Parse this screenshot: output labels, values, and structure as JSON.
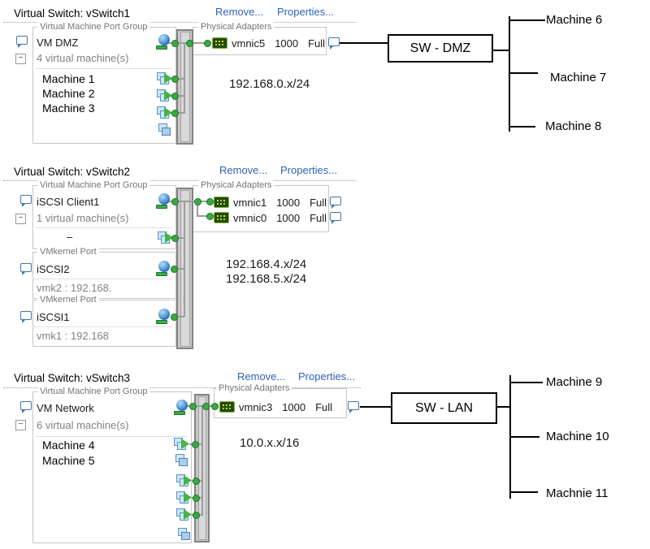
{
  "links": {
    "remove": "Remove...",
    "properties": "Properties..."
  },
  "box_labels": {
    "vm_port_group": "Virtual Machine Port Group",
    "vmkernel_port": "VMkernel Port",
    "physical_adapters": "Physical Adapters"
  },
  "icons": {
    "collapse_minus": "−"
  },
  "colors": {
    "link_blue": "#2e64b4",
    "connection_green": "#3aaa43",
    "switch_bar_gray": "#c8c8c8",
    "line_gray": "#9c9c9c",
    "diagram_black": "#000000"
  },
  "sections": [
    {
      "title": "Virtual Switch: vSwitch1",
      "port_group": {
        "name": "VM DMZ",
        "count_label": "4 virtual machine(s)",
        "machines": [
          "Machine 1",
          "Machine 2",
          "Machine 3"
        ]
      },
      "adapters": [
        {
          "name": "vmnic5",
          "speed": "1000",
          "duplex": "Full"
        }
      ],
      "subnet_labels": [
        "192.168.0.x/24"
      ],
      "external": {
        "switch_label": "SW - DMZ",
        "machines": [
          "Machine 6",
          "Machine 7",
          "Machine 8"
        ]
      }
    },
    {
      "title": "Virtual Switch: vSwitch2",
      "port_group": {
        "name": "iSCSI Client1",
        "count_label": "1 virtual machine(s)",
        "machines": [
          "–"
        ]
      },
      "vmkernel_ports": [
        {
          "name": "iSCSI2",
          "address": "vmk2 : 192.168."
        },
        {
          "name": "iSCSI1",
          "address": "vmk1 : 192.168"
        }
      ],
      "adapters": [
        {
          "name": "vmnic1",
          "speed": "1000",
          "duplex": "Full"
        },
        {
          "name": "vmnic0",
          "speed": "1000",
          "duplex": "Full"
        }
      ],
      "subnet_labels": [
        "192.168.4.x/24",
        "192.168.5.x/24"
      ]
    },
    {
      "title": "Virtual Switch: vSwitch3",
      "port_group": {
        "name": "VM Network",
        "count_label": "6 virtual machine(s)",
        "machines": [
          "Machine 4",
          "Machine 5"
        ]
      },
      "adapters": [
        {
          "name": "vmnic3",
          "speed": "1000",
          "duplex": "Full"
        }
      ],
      "subnet_labels": [
        "10.0.x.x/16"
      ],
      "external": {
        "switch_label": "SW - LAN",
        "machines": [
          "Machine 9",
          "Machine 10",
          "Machnie 11"
        ]
      }
    }
  ]
}
